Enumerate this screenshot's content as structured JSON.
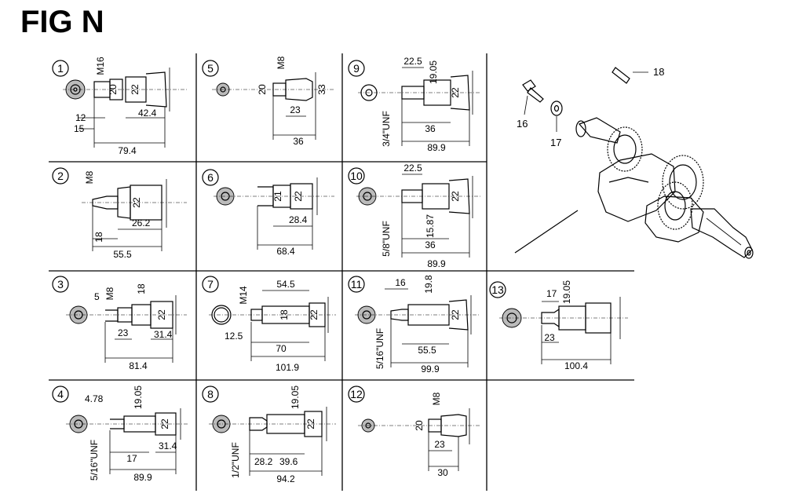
{
  "title": "FIG N",
  "cells": [
    {
      "id": "1",
      "dims": [
        "M16",
        "20",
        "22",
        "12",
        "15",
        "42.4",
        "79.4"
      ]
    },
    {
      "id": "2",
      "dims": [
        "M8",
        "22",
        "26.2",
        "18",
        "55.5"
      ]
    },
    {
      "id": "3",
      "dims": [
        "5",
        "M8",
        "18",
        "22",
        "23",
        "31.4",
        "81.4"
      ]
    },
    {
      "id": "4",
      "dims": [
        "4.78",
        "19.05",
        "22",
        "5/16\"UNF",
        "17",
        "31.4",
        "89.9"
      ]
    },
    {
      "id": "5",
      "dims": [
        "M8",
        "20",
        "33",
        "23",
        "36"
      ]
    },
    {
      "id": "6",
      "dims": [
        "21",
        "22",
        "28.4",
        "68.4"
      ]
    },
    {
      "id": "7",
      "dims": [
        "M14",
        "54.5",
        "18",
        "22",
        "12.5",
        "70",
        "101.9"
      ]
    },
    {
      "id": "8",
      "dims": [
        "19.05",
        "22",
        "1/2\"UNF",
        "28.2",
        "39.6",
        "94.2"
      ]
    },
    {
      "id": "9",
      "dims": [
        "22.5",
        "19.05",
        "22",
        "3/4\"UNF",
        "36",
        "89.9"
      ]
    },
    {
      "id": "10",
      "dims": [
        "22.5",
        "22",
        "5/8\"UNF",
        "15.87",
        "36",
        "89.9"
      ]
    },
    {
      "id": "11",
      "dims": [
        "16",
        "19.8",
        "22",
        "5/16\"UNF",
        "55.5",
        "99.9"
      ]
    },
    {
      "id": "12",
      "dims": [
        "M8",
        "20",
        "23",
        "30"
      ]
    },
    {
      "id": "13",
      "dims": [
        "17",
        "19.05",
        "23",
        "100.4"
      ]
    }
  ],
  "callouts": [
    "16",
    "17",
    "18"
  ]
}
